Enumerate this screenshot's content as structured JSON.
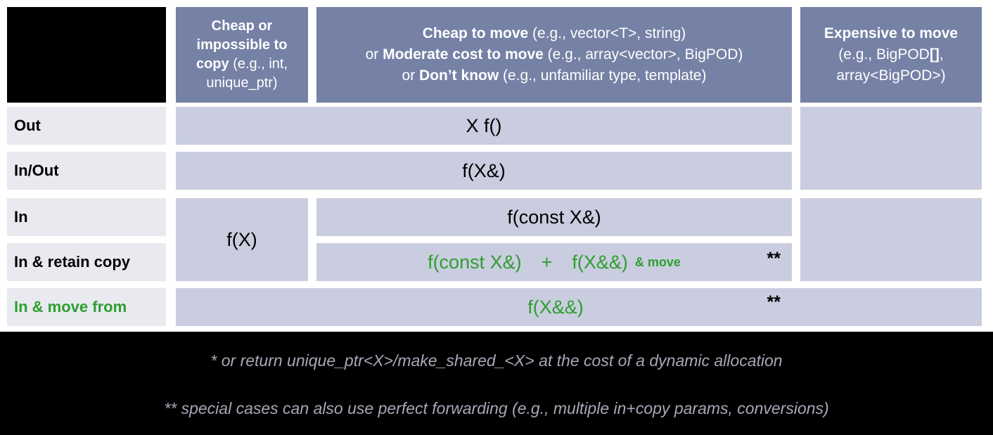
{
  "colors": {
    "header_bg": "#7581a5",
    "cell_bg": "#c9cddf",
    "label_bg": "#e9eaef",
    "green": "#2e9e30",
    "footnote_text": "#a6a9b6",
    "black": "#000000"
  },
  "header": {
    "col1": {
      "bold": "Cheap or impossible to copy",
      "normal": " (e.g., int, unique_ptr)"
    },
    "col2": {
      "line1_bold": "Cheap to move",
      "line1_rest": " (e.g., vector<T>, string)",
      "line2_pre": "or ",
      "line2_bold": "Moderate cost to move",
      "line2_rest": " (e.g., array<vector>, BigPOD)",
      "line3_pre": "or ",
      "line3_bold": "Don’t know",
      "line3_rest": " (e.g., unfamiliar type, template)"
    },
    "col3": {
      "line1_bold": "Expensive to move",
      "line2_pre": "(e.g., BigPOD",
      "line2_bold": "[]",
      "line2_post": ",",
      "line3": "array<BigPOD>)"
    }
  },
  "rows": {
    "out": {
      "label": "Out",
      "cell": "X f()"
    },
    "inout": {
      "label": "In/Out",
      "cell": "f(X&)"
    },
    "in": {
      "label": "In",
      "left_cell": "f(X)",
      "cell": "f(const X&)"
    },
    "retain": {
      "label": "In & retain copy",
      "part1": "f(const X&)",
      "plus": "+",
      "part2": "f(X&&)",
      "move_note": "& move",
      "stars": "**"
    },
    "movefrom": {
      "label": "In & move from",
      "cell": "f(X&&)",
      "stars": "**"
    }
  },
  "footnotes": {
    "line1": "* or return unique_ptr<X>/make_shared_<X> at the cost of a dynamic allocation",
    "line2": "** special cases can also use perfect forwarding (e.g., multiple in+copy params, conversions)"
  }
}
